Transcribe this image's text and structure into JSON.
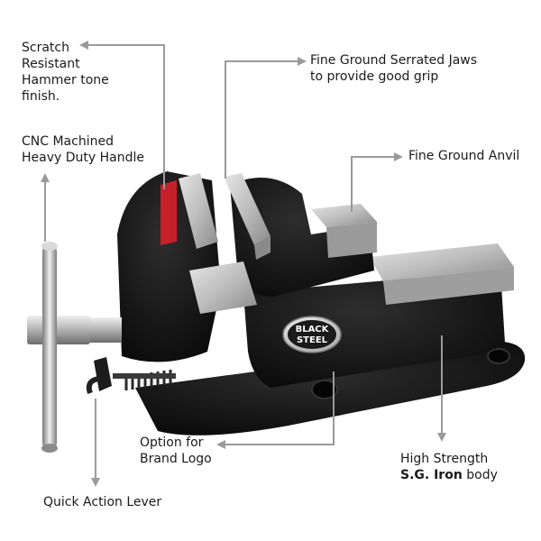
{
  "labels": {
    "scratch": [
      "Scratch",
      "Resistant",
      "Hammer tone",
      "finish."
    ],
    "cnc": [
      "CNC Machined",
      "Heavy Duty Handle"
    ],
    "jaws": [
      "Fine Ground Serrated Jaws",
      "to provide good grip"
    ],
    "anvil": "Fine Ground Anvil",
    "logo_option": [
      "Option for",
      "Brand Logo"
    ],
    "body": {
      "line1": "High Strength",
      "bold": "S.G. Iron",
      "rest": " body"
    },
    "lever": "Quick Action Lever"
  },
  "badge": {
    "line1": "BLACK",
    "line2": "STEEL"
  },
  "colors": {
    "vise_body": "#111111",
    "steel": "#c9c9c9",
    "steel_dark": "#8d8d8d",
    "pointer": "#9a9a9a",
    "red_strip": "#c8202a"
  }
}
